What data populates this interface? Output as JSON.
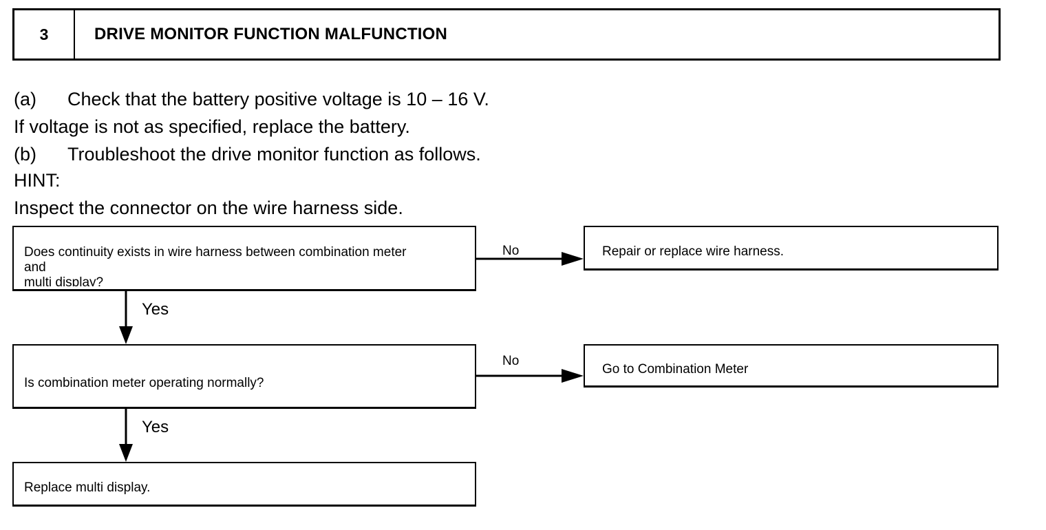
{
  "header": {
    "step_number": "3",
    "title": "DRIVE MONITOR FUNCTION MALFUNCTION"
  },
  "instructions": {
    "a_tag": "(a)",
    "a_text": "Check that the battery positive voltage is 10 – 16 V.",
    "a_note": "If voltage is not as specified, replace the battery.",
    "b_tag": "(b)",
    "b_text": "Troubleshoot the drive monitor function as follows.",
    "hint_label": "HINT:",
    "hint_text": "Inspect the connector on the wire harness side."
  },
  "flowchart": {
    "q1": {
      "line1": "Does continuity exists in wire harness between combination meter",
      "line2": "and",
      "line3": "multi display?"
    },
    "q1_no_label": "No",
    "q1_no_action": "Repair or replace wire harness.",
    "q1_yes_label": "Yes",
    "q2": "Is combination meter operating normally?",
    "q2_no_label": "No",
    "q2_no_action": "Go to Combination Meter",
    "q2_yes_label": "Yes",
    "final_action": "Replace multi display."
  }
}
